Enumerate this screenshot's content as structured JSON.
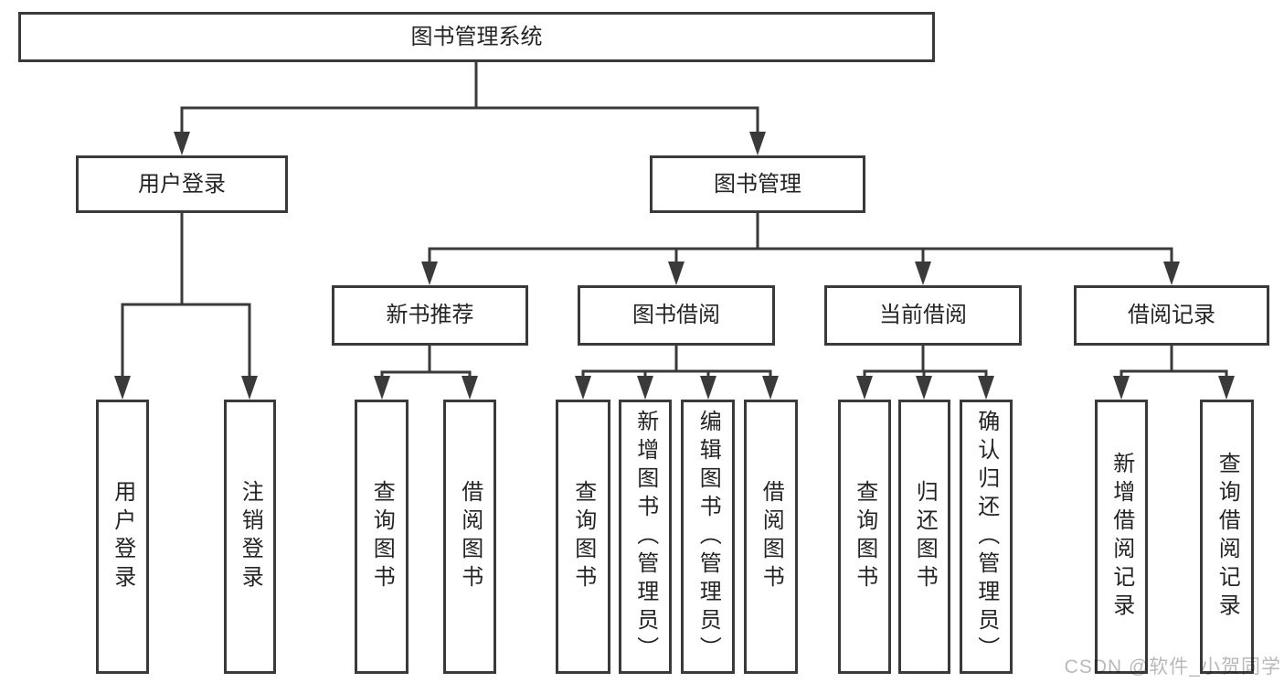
{
  "diagram_title": "图书管理系统",
  "nodes": {
    "root": {
      "label": "图书管理系统"
    },
    "user_login": {
      "label": "用户登录"
    },
    "book_management": {
      "label": "图书管理"
    },
    "new_book_recommend": {
      "label": "新书推荐"
    },
    "book_borrowing": {
      "label": "图书借阅"
    },
    "current_borrowing": {
      "label": "当前借阅"
    },
    "borrowing_records": {
      "label": "借阅记录"
    },
    "leaf_user_login": {
      "label": "用户登录"
    },
    "leaf_logout": {
      "label": "注销登录"
    },
    "leaf_recommend_query_books": {
      "label": "查询图书"
    },
    "leaf_recommend_borrow_books": {
      "label": "借阅图书"
    },
    "leaf_borrowing_query_books": {
      "label": "查询图书"
    },
    "leaf_borrowing_add_books": {
      "label": "新增图书（管理员）"
    },
    "leaf_borrowing_edit_books": {
      "label": "编辑图书（管理员）"
    },
    "leaf_borrowing_borrow_books": {
      "label": "借阅图书"
    },
    "leaf_current_query_books": {
      "label": "查询图书"
    },
    "leaf_current_return_books": {
      "label": "归还图书"
    },
    "leaf_current_confirm_return": {
      "label": "确认归还（管理员）"
    },
    "leaf_records_add_record": {
      "label": "新增借阅记录"
    },
    "leaf_records_query_record": {
      "label": "查询借阅记录"
    }
  },
  "hierarchy": {
    "图书管理系统": {
      "用户登录": [
        "用户登录",
        "注销登录"
      ],
      "图书管理": {
        "新书推荐": [
          "查询图书",
          "借阅图书"
        ],
        "图书借阅": [
          "查询图书",
          "新增图书（管理员）",
          "编辑图书（管理员）",
          "借阅图书"
        ],
        "当前借阅": [
          "查询图书",
          "归还图书",
          "确认归还（管理员）"
        ],
        "借阅记录": [
          "新增借阅记录",
          "查询借阅记录"
        ]
      }
    }
  },
  "watermark": {
    "text": "CSDN @软件_小贺同学"
  },
  "colors": {
    "line": "#3a3a3a",
    "text": "#242424",
    "background": "#ffffff",
    "watermark": "#b9b9b9"
  }
}
